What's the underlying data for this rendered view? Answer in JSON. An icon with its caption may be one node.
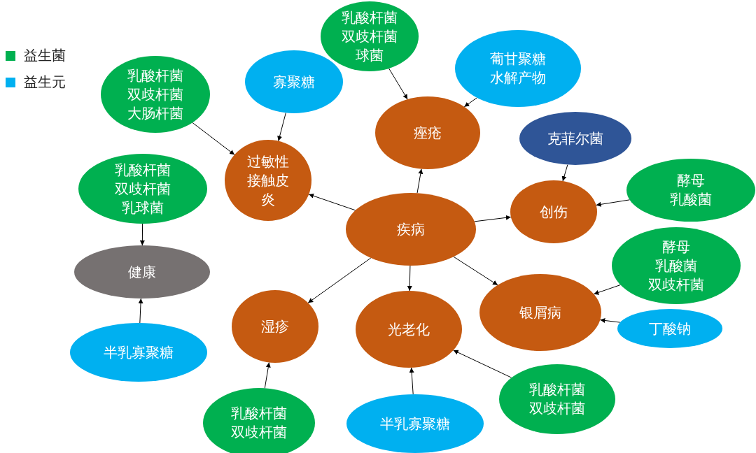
{
  "diagram": {
    "nodes": [
      {
        "text": [
          "疾病"
        ]
      },
      {
        "text": [
          "乳酸杆菌双歧杆菌球菌"
        ]
      },
      {
        "text": [
          "葡甘聚糖水解产物"
        ]
      },
      {
        "text": [
          "痤疮"
        ]
      },
      {
        "text": [
          "乳酸杆菌双歧杆菌大肠杆菌"
        ]
      },
      {
        "text": [
          "寡聚糖"
        ]
      },
      {
        "text": [
          "过敏性接触皮炎"
        ]
      },
      {
        "text": [
          "克菲尔菌"
        ]
      },
      {
        "text": [
          "酵母乳酸菌"
        ]
      },
      {
        "text": [
          "创伤"
        ]
      },
      {
        "text": [
          "乳酸杆菌双歧杆菌乳球菌"
        ]
      },
      {
        "text": [
          "健康"
        ]
      },
      {
        "text": [
          "酵母乳酸菌双歧杆菌"
        ]
      },
      {
        "text": [
          "银屑病"
        ]
      },
      {
        "text": [
          "丁酸钠"
        ]
      },
      {
        "text": [
          "湿疹"
        ]
      },
      {
        "text": [
          "光老化"
        ]
      },
      {
        "text": [
          "半乳寡聚糖"
        ]
      },
      {
        "text": [
          "乳酸杆菌双歧杆菌"
        ]
      },
      {
        "text": [
          "乳酸杆菌双歧杆菌"
        ]
      },
      {
        "text": [
          "半乳寡聚糖"
        ]
      }
    ],
    "edges": [
      {
        "from": 1,
        "to": 3,
        "arrow": "to"
      },
      {
        "from": 2,
        "to": 3,
        "arrow": "to"
      },
      {
        "from": 0,
        "to": 3,
        "arrow": "to"
      },
      {
        "from": 4,
        "to": 6,
        "arrow": "to"
      },
      {
        "from": 5,
        "to": 6,
        "arrow": "to"
      },
      {
        "from": 0,
        "to": 6,
        "arrow": "to"
      },
      {
        "from": 7,
        "to": 9,
        "arrow": "to"
      },
      {
        "from": 8,
        "to": 9,
        "arrow": "to"
      },
      {
        "from": 0,
        "to": 9,
        "arrow": "to"
      },
      {
        "from": 10,
        "to": 11,
        "arrow": "to"
      },
      {
        "from": 17,
        "to": 11,
        "arrow": "to"
      },
      {
        "from": 12,
        "to": 13,
        "arrow": "to"
      },
      {
        "from": 14,
        "to": 13,
        "arrow": "to"
      },
      {
        "from": 0,
        "to": 13,
        "arrow": "to"
      },
      {
        "from": 0,
        "to": 15,
        "arrow": "to"
      },
      {
        "from": 0,
        "to": 16,
        "arrow": "to"
      },
      {
        "from": 19,
        "to": 15,
        "arrow": "to"
      },
      {
        "from": 20,
        "to": 16,
        "arrow": "to"
      },
      {
        "from": 18,
        "to": 16,
        "arrow": "to"
      }
    ],
    "legend": [
      {
        "text": "益生菌",
        "color": "#00b050"
      },
      {
        "text": "益生元",
        "color": "#00b0f0"
      }
    ]
  }
}
